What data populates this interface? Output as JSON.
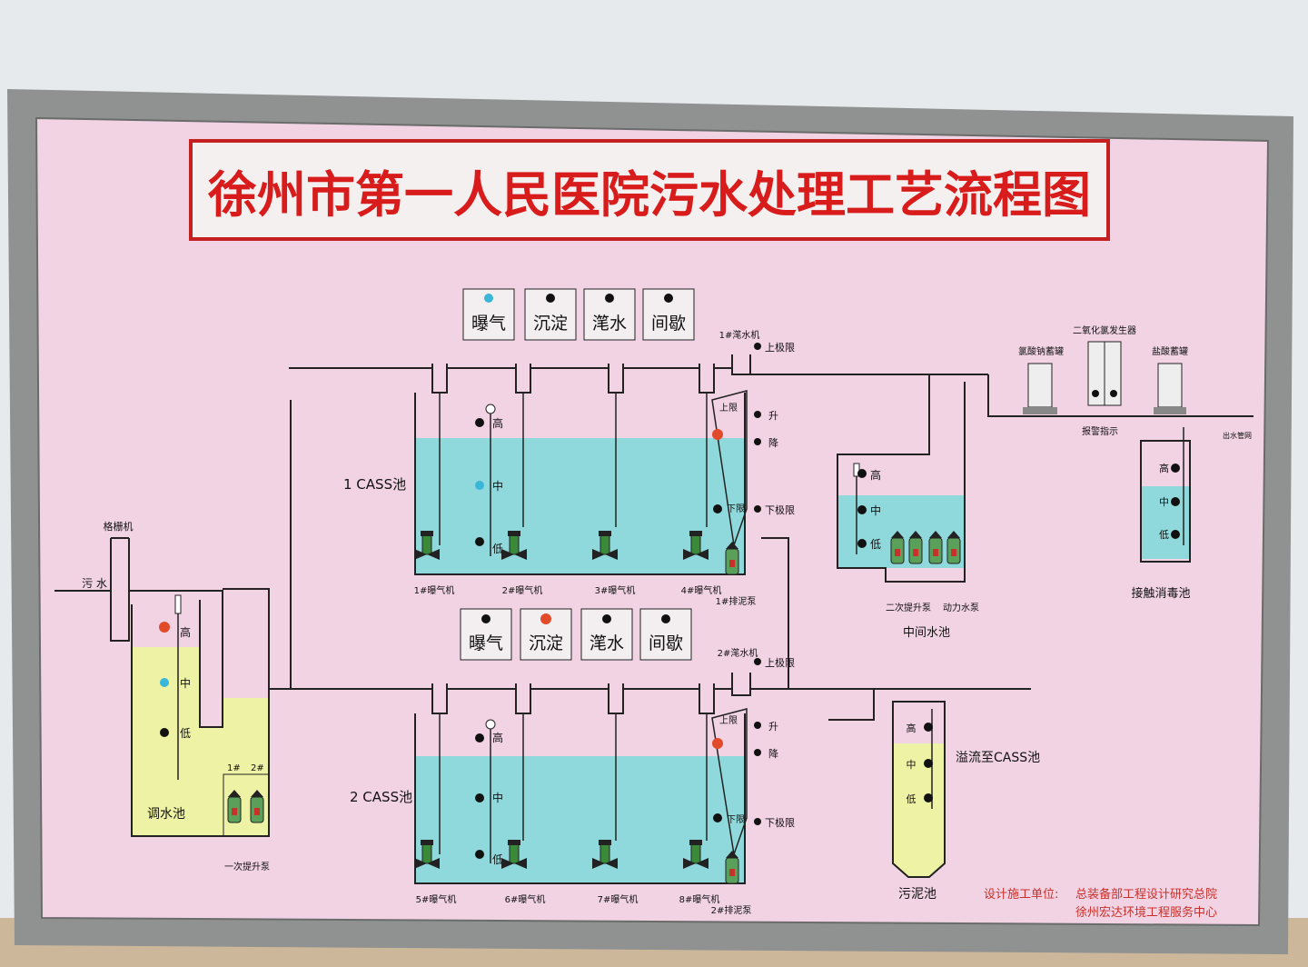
{
  "title": "徐州市第一人民医院污水处理工艺流程图",
  "status_panels": [
    {
      "aerate": "曝气",
      "settle": "沉淀",
      "decant": "滗水",
      "idle": "间歇",
      "active": "曝气"
    },
    {
      "aerate": "曝气",
      "settle": "沉淀",
      "decant": "滗水",
      "idle": "间歇",
      "active": "沉淀"
    }
  ],
  "tanks": {
    "regulating": "调水池",
    "cass1": "1 CASS池",
    "cass2": "2 CASS池",
    "middle": "中间水池",
    "contact": "接触消毒池",
    "sludge": "污泥池"
  },
  "labels": {
    "screen": "格栅机",
    "sewage": "污 水",
    "pump_first": "一次提升泵",
    "pump_second": "二次提升泵",
    "pump_power": "动力水泵",
    "decanter1": "1#滗水机",
    "decanter2": "2#滗水机",
    "sludge_pump1": "1#排泥泵",
    "sludge_pump2": "2#排泥泵",
    "upper_limit": "上极限",
    "lower_limit": "下极限",
    "up": "升",
    "down": "降",
    "top": "上限",
    "bottom": "下限",
    "high": "高",
    "mid": "中",
    "low": "低",
    "chlorate_tank": "氯酸钠蓄罐",
    "clo2_generator": "二氧化氯发生器",
    "hcl_tank": "盐酸蓄罐",
    "alarm": "报警指示",
    "overflow": "溢流至CASS池",
    "p1": "1#",
    "p2": "2#",
    "outlet": "出水管网"
  },
  "aerators_row1": [
    "1#曝气机",
    "2#曝气机",
    "3#曝气机",
    "4#曝气机"
  ],
  "aerators_row2": [
    "5#曝气机",
    "6#曝气机",
    "7#曝气机",
    "8#曝气机"
  ],
  "credits": {
    "label": "设计施工单位:",
    "org1": "总装备部工程设计研究总院",
    "org2": "徐州宏达环境工程服务中心"
  },
  "colors": {
    "board": "#f1d3e4",
    "frame": "#9a9c9b",
    "water_blue": "#8fd9dc",
    "water_yellow": "#eef2a4",
    "title_red": "#d81c1c"
  }
}
